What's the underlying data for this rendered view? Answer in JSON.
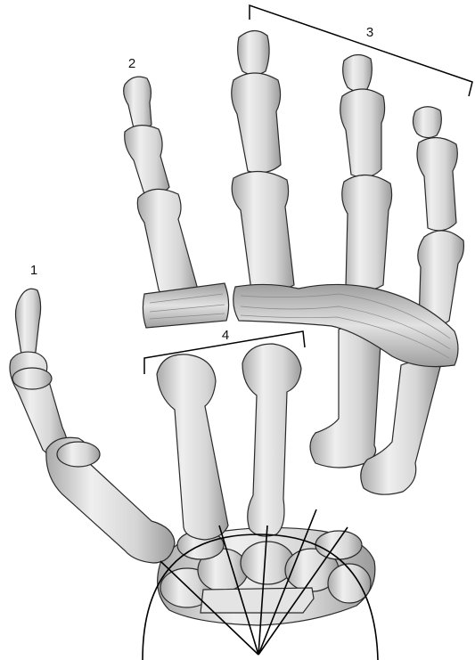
{
  "labels": {
    "thumb": "1",
    "index": "2",
    "fingers_3_to_5": "3",
    "metacarpals_1_2": "4"
  },
  "colors": {
    "bone_fill": "#d2d2d2",
    "bone_light": "#eeeeee",
    "bone_outline": "#2a2a2a",
    "ligament": "#bdbdbd",
    "line": "#000000"
  }
}
